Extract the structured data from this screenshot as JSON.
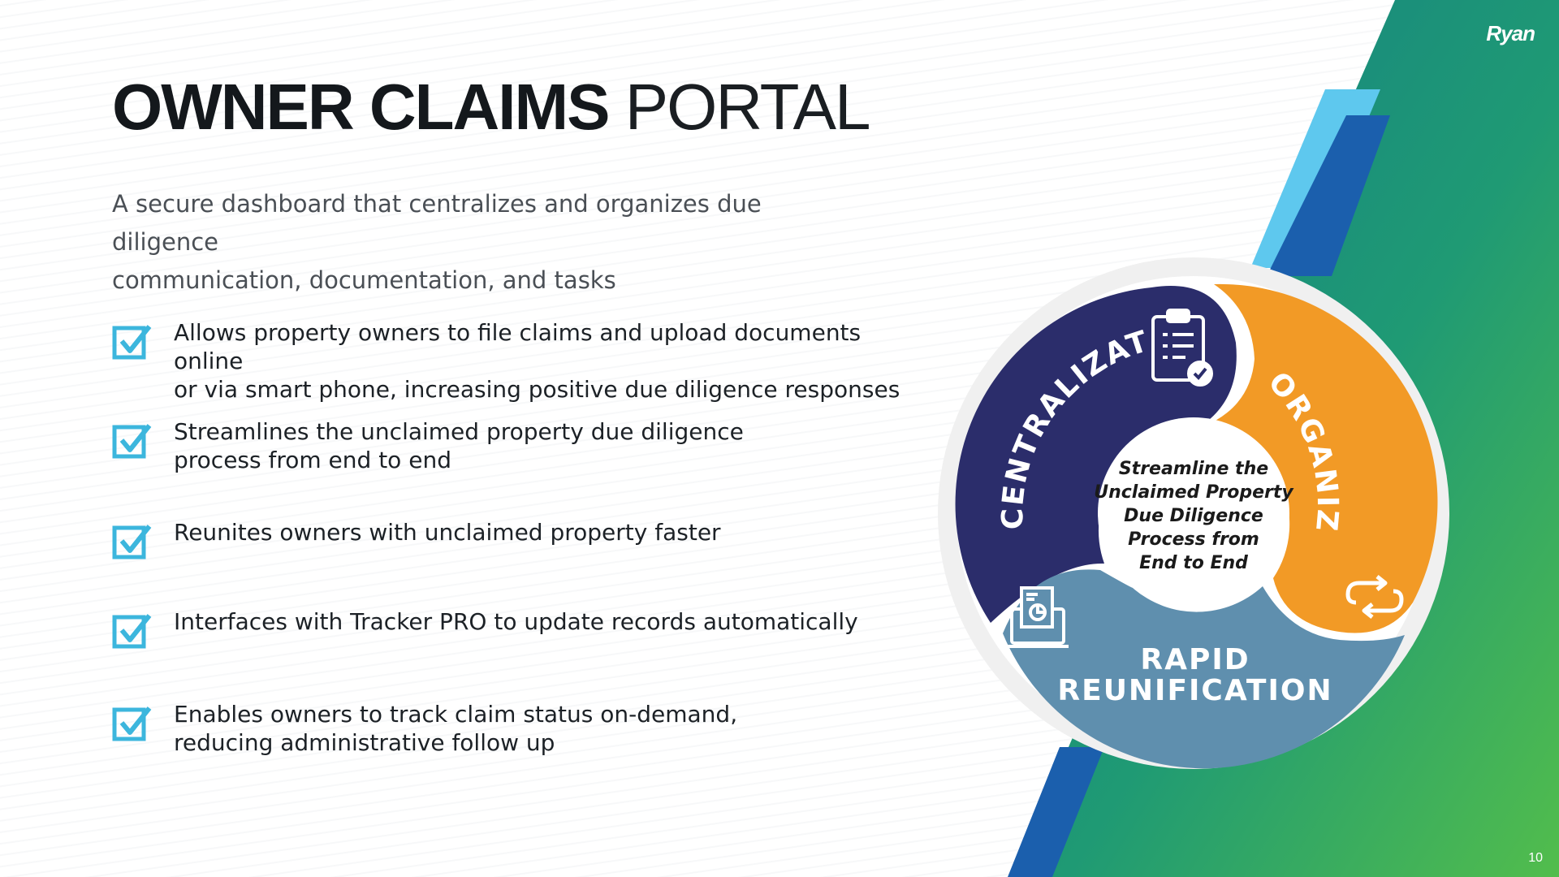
{
  "brand": {
    "logo_text": "Ryan",
    "accent_cyan": "#3cb6dd",
    "green": "#4cb84a",
    "teal": "#178a8c"
  },
  "title": {
    "bold": "OWNER CLAIMS",
    "light": "PORTAL"
  },
  "subtitle": {
    "line1": "A secure dashboard that centralizes and organizes due diligence",
    "line2": "communication, documentation, and tasks"
  },
  "features": [
    {
      "icon": "checkbox-icon",
      "line1": "Allows property owners to file claims and upload documents online",
      "line2": "or via smart phone, increasing positive due diligence responses"
    },
    {
      "icon": "checkbox-icon",
      "line1": "Streamlines the unclaimed property due diligence",
      "line2": "process from end to end"
    },
    {
      "icon": "checkbox-icon",
      "line1": "Reunites owners with unclaimed property faster",
      "line2": ""
    },
    {
      "icon": "checkbox-icon",
      "line1": "Interfaces with Tracker PRO to update records automatically",
      "line2": ""
    },
    {
      "icon": "checkbox-icon",
      "line1": "Enables owners to track claim status on-demand,",
      "line2": "reducing administrative follow up"
    }
  ],
  "diagram": {
    "segments": [
      {
        "label": "CENTRALIZATION",
        "color": "#2b2d6b",
        "icon": "clipboard-checklist-icon"
      },
      {
        "label": "ORGANIZATION",
        "color": "#f29a26",
        "icon": "refresh-cycle-icon"
      },
      {
        "label_line1": "RAPID",
        "label_line2": "REUNIFICATION",
        "color": "#5f8fae",
        "icon": "laptop-report-icon"
      }
    ],
    "center": {
      "line1": "Streamline the",
      "line2": "Unclaimed Property",
      "line3": "Due Diligence",
      "line4": "Process from",
      "line5": "End to End"
    }
  },
  "page_number": "10"
}
